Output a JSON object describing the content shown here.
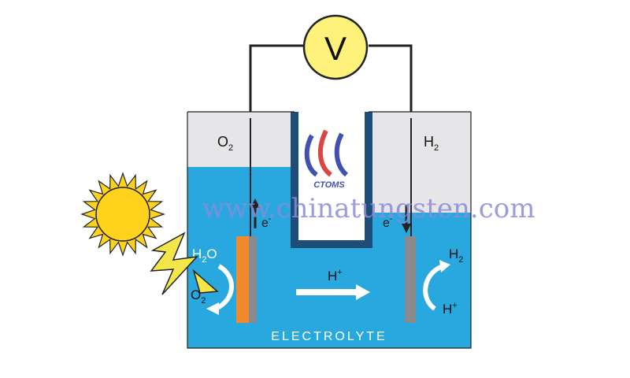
{
  "voltmeter": {
    "label": "V"
  },
  "gases": {
    "left": "O",
    "left_sub": "2",
    "right": "H",
    "right_sub": "2"
  },
  "anode_reaction": {
    "reactant": "H",
    "reactant_sub": "2",
    "reactant_tail": "O",
    "product": "O",
    "product_sub": "2"
  },
  "cathode_reaction": {
    "reactant": "H",
    "reactant_sup": "+",
    "product": "H",
    "product_sub": "2"
  },
  "electron": {
    "left": "e",
    "left_sup": "-",
    "right": "e",
    "right_sup": "-"
  },
  "proton_flow": {
    "label": "H",
    "sup": "+"
  },
  "electrolyte": {
    "label": "ELECTROLYTE"
  },
  "watermark": {
    "url": "www.chinatungsten.com",
    "logo_text": "CTOMS"
  },
  "colors": {
    "electrolyte": "#29a8e0",
    "gas_space": "#e6e6e8",
    "photoanode": "#f08a2c",
    "cathode": "#8a8a8e",
    "voltmeter": "#fff27a",
    "sun": "#ffd21c",
    "lightning": "#f4e64a",
    "watermark": "#8a8ad8",
    "logo": "#2d3fa8"
  },
  "icons": [
    "sun-icon",
    "lightning-icon",
    "voltmeter-icon",
    "arrow-icon"
  ]
}
